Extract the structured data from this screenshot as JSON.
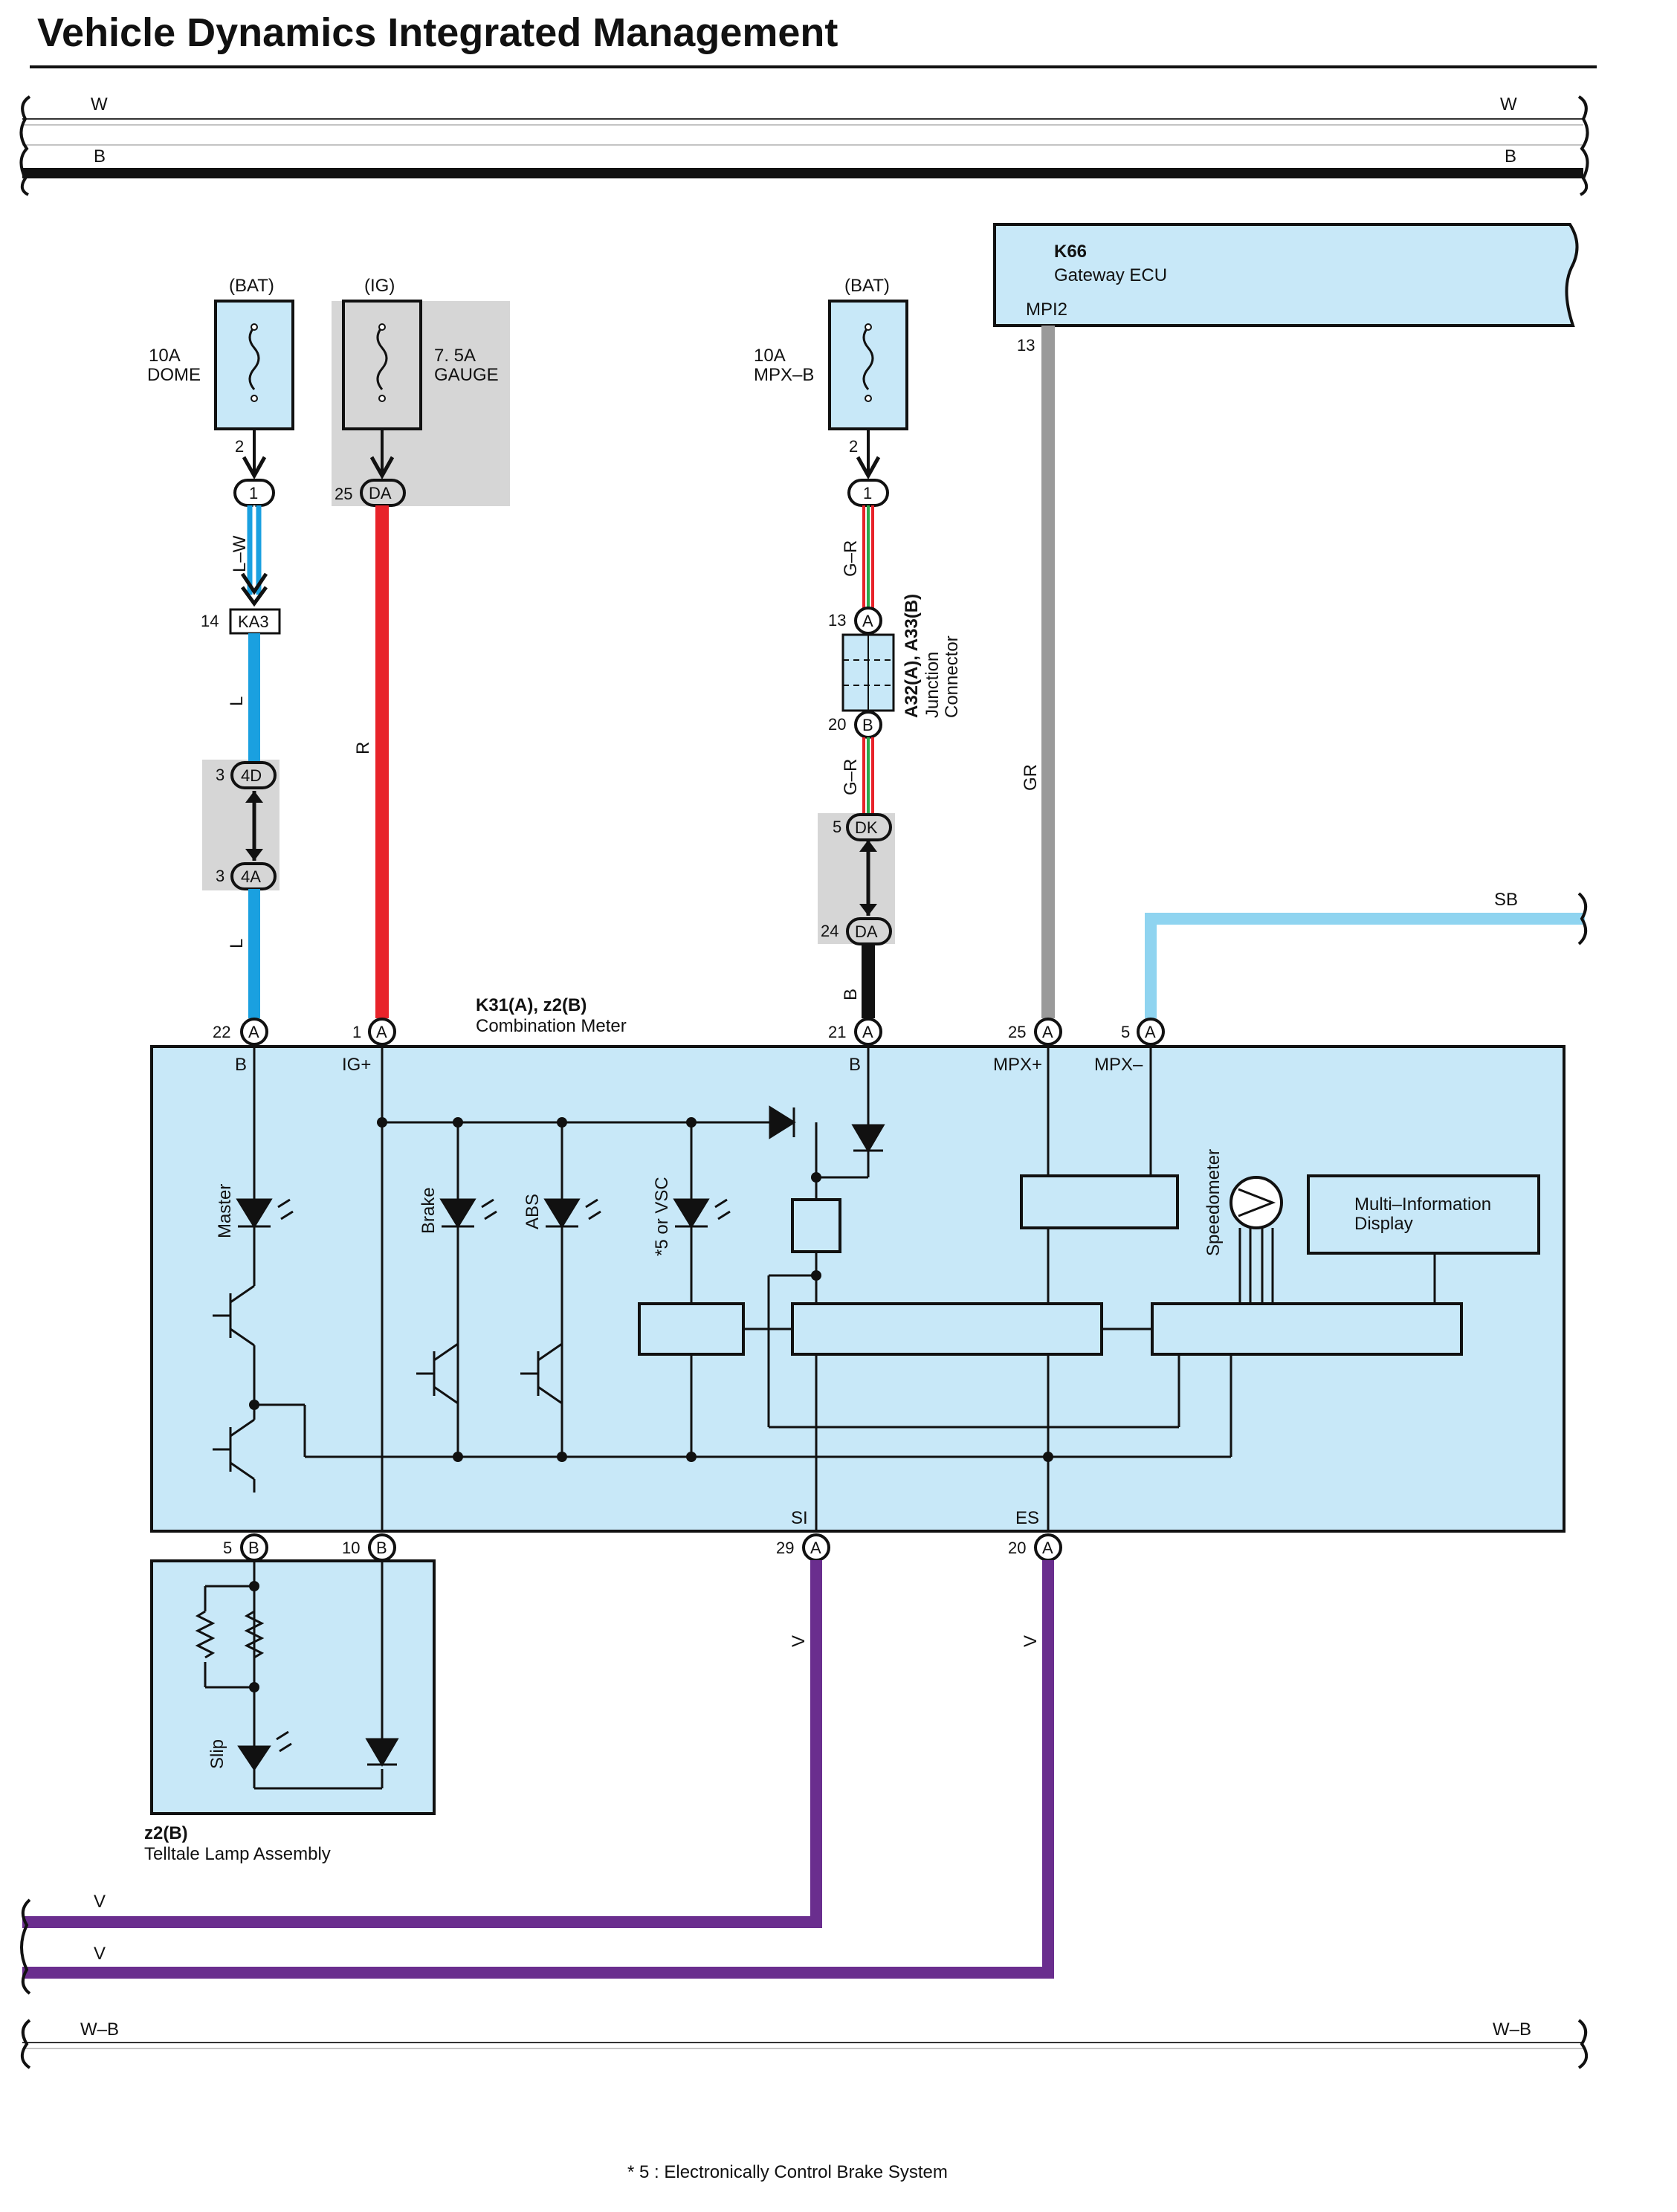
{
  "title": "Vehicle Dynamics Integrated Management",
  "buses": {
    "top_w": "W",
    "top_b": "B",
    "bottom_v1": "V",
    "bottom_v2": "V",
    "bottom_wb": "W–B",
    "right_sb": "SB"
  },
  "fuses": [
    {
      "source": "(BAT)",
      "rating": "10A",
      "name": "DOME"
    },
    {
      "source": "(IG)",
      "rating": "7. 5A",
      "name": "GAUGE"
    },
    {
      "source": "(BAT)",
      "rating": "10A",
      "name": "MPX–B"
    }
  ],
  "gateway": {
    "id": "K66",
    "name": "Gateway ECU",
    "terminal": "MPI2",
    "pin": "13"
  },
  "meter": {
    "id": "K31(A), z2(B)",
    "name": "Combination Meter"
  },
  "telltale": {
    "id": "z2(B)",
    "name": "Telltale Lamp Assembly"
  },
  "junction": {
    "id": "A32(A), A33(B)",
    "name_line1": "Junction",
    "name_line2": "Connector"
  },
  "wire_colors": {
    "lw": "L–W",
    "l1": "L",
    "l2": "L",
    "r": "R",
    "gr1": "G–R",
    "gr2": "G–R",
    "b": "B",
    "gray": "GR",
    "v1": "V",
    "v2": "V"
  },
  "connectors": {
    "dome_out": "2",
    "dome_c": "1",
    "gauge_pin": "25",
    "gauge_c": "DA",
    "mpx_out": "2",
    "mpx_c": "1",
    "ka3_pin": "14",
    "ka3": "KA3",
    "c4d_pin": "3",
    "c4d": "4D",
    "c4a_pin": "3",
    "c4a": "4A",
    "ja_pin": "13",
    "ja": "A",
    "jb_pin": "20",
    "jb": "B",
    "dk_pin": "5",
    "dk": "DK",
    "da2_pin": "24",
    "da2": "DA"
  },
  "meter_pins": [
    {
      "pin": "22",
      "conn": "A",
      "term": "B"
    },
    {
      "pin": "1",
      "conn": "A",
      "term": "IG+"
    },
    {
      "pin": "21",
      "conn": "A",
      "term": "B"
    },
    {
      "pin": "25",
      "conn": "A",
      "term": "MPX+"
    },
    {
      "pin": "5",
      "conn": "A",
      "term": "MPX–"
    }
  ],
  "meter_bottom_pins": [
    {
      "pin": "5",
      "conn": "B",
      "term": ""
    },
    {
      "pin": "10",
      "conn": "B",
      "term": ""
    },
    {
      "pin": "29",
      "conn": "A",
      "term": "SI"
    },
    {
      "pin": "20",
      "conn": "A",
      "term": "ES"
    }
  ],
  "lamps": {
    "master": "Master",
    "brake": "Brake",
    "abs": "ABS",
    "vsc": "*5 or VSC",
    "speedometer": "Speedometer",
    "slip": "Slip"
  },
  "display": {
    "line1": "Multi–Information",
    "line2": "Display"
  },
  "footnote": "* 5 : Electronically Control Brake System",
  "colors": {
    "module_fill": "#c8e8f8",
    "shade": "#d6d6d6",
    "wire_l": "#1aa0e0",
    "wire_sb": "#8fd4f0",
    "wire_r": "#e8232a",
    "wire_gr": "#9a9a9a",
    "wire_v": "#6a2e8e",
    "wire_g": "#2aa84a",
    "black": "#111111"
  }
}
